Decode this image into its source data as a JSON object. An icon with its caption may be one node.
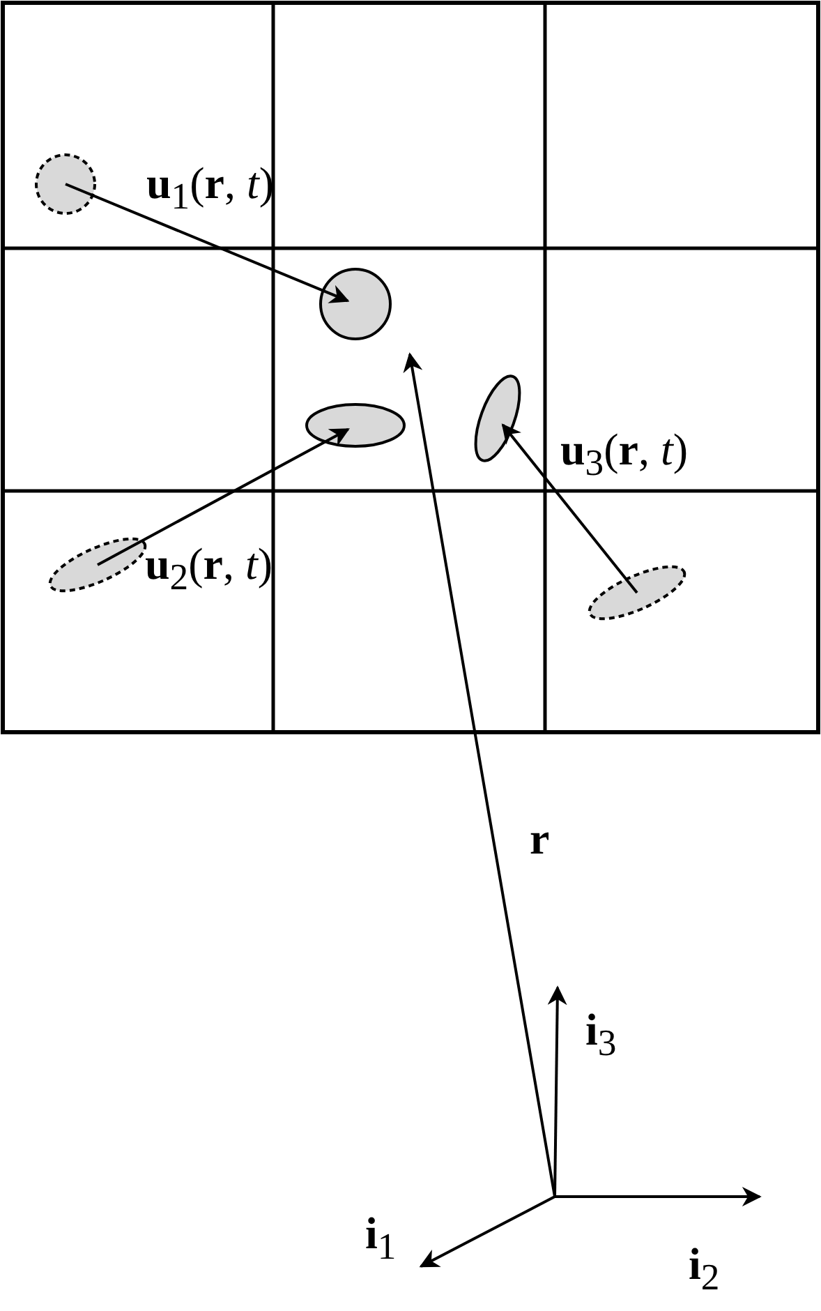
{
  "diagram": {
    "nodes": [
      {
        "text": [],
        "shape": "circle"
      },
      {
        "text": [],
        "shape": "circle"
      },
      {
        "text": [],
        "shape": "ellipse"
      },
      {
        "text": [],
        "shape": "ellipse"
      },
      {
        "text": [],
        "shape": "ellipse"
      },
      {
        "text": [],
        "shape": "ellipse"
      }
    ],
    "edges": [
      {
        "from": 0,
        "to": 1,
        "arrow": "to",
        "label": "**u**$_{1}$(**r**, *t*)"
      },
      {
        "from": 4,
        "to": 2,
        "arrow": "to",
        "label": "**u**$_{2}$(**r**, *t*)"
      },
      {
        "from": 5,
        "to": 3,
        "arrow": "to",
        "label": "**u**$_{3}$(**r**, *t*)"
      }
    ],
    "labels": [
      "r",
      "**i**$_{3}$",
      "**i**$_{1}$",
      "**i**$_{2}$"
    ]
  }
}
